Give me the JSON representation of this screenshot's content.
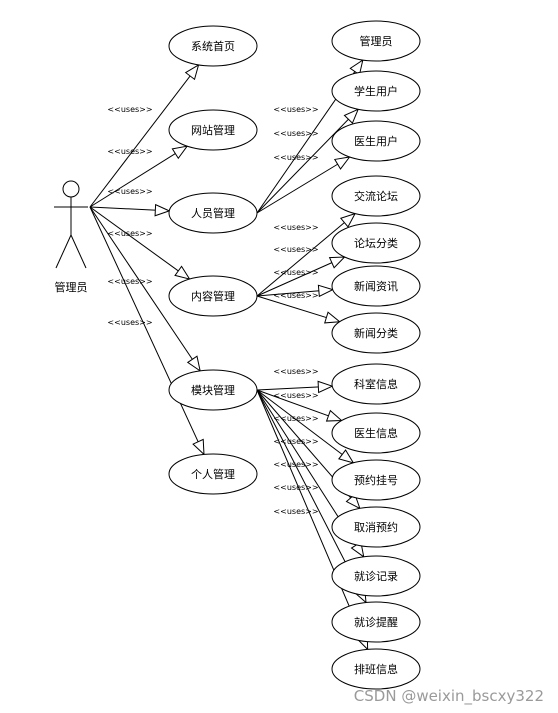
{
  "actor": {
    "label": "管理员"
  },
  "stereotype": "<<uses>>",
  "primary_use_cases": [
    {
      "id": "home",
      "label": "系统首页"
    },
    {
      "id": "site",
      "label": "网站管理"
    },
    {
      "id": "people",
      "label": "人员管理"
    },
    {
      "id": "content",
      "label": "内容管理"
    },
    {
      "id": "module",
      "label": "模块管理"
    },
    {
      "id": "personal",
      "label": "个人管理"
    }
  ],
  "secondary_use_cases": [
    {
      "id": "admin",
      "label": "管理员",
      "parent": "people"
    },
    {
      "id": "student",
      "label": "学生用户",
      "parent": "people"
    },
    {
      "id": "doctor-user",
      "label": "医生用户",
      "parent": "people"
    },
    {
      "id": "forum",
      "label": "交流论坛",
      "parent": "content"
    },
    {
      "id": "forum-cat",
      "label": "论坛分类",
      "parent": "content"
    },
    {
      "id": "news",
      "label": "新闻资讯",
      "parent": "content"
    },
    {
      "id": "news-cat",
      "label": "新闻分类",
      "parent": "content"
    },
    {
      "id": "dept",
      "label": "科室信息",
      "parent": "module"
    },
    {
      "id": "doctor-info",
      "label": "医生信息",
      "parent": "module"
    },
    {
      "id": "booking",
      "label": "预约挂号",
      "parent": "module"
    },
    {
      "id": "cancel",
      "label": "取消预约",
      "parent": "module"
    },
    {
      "id": "visit",
      "label": "就诊记录",
      "parent": "module"
    },
    {
      "id": "remind",
      "label": "就诊提醒",
      "parent": "module"
    },
    {
      "id": "schedule",
      "label": "排班信息",
      "parent": "module"
    }
  ],
  "watermark": "CSDN @weixin_bscxy322"
}
